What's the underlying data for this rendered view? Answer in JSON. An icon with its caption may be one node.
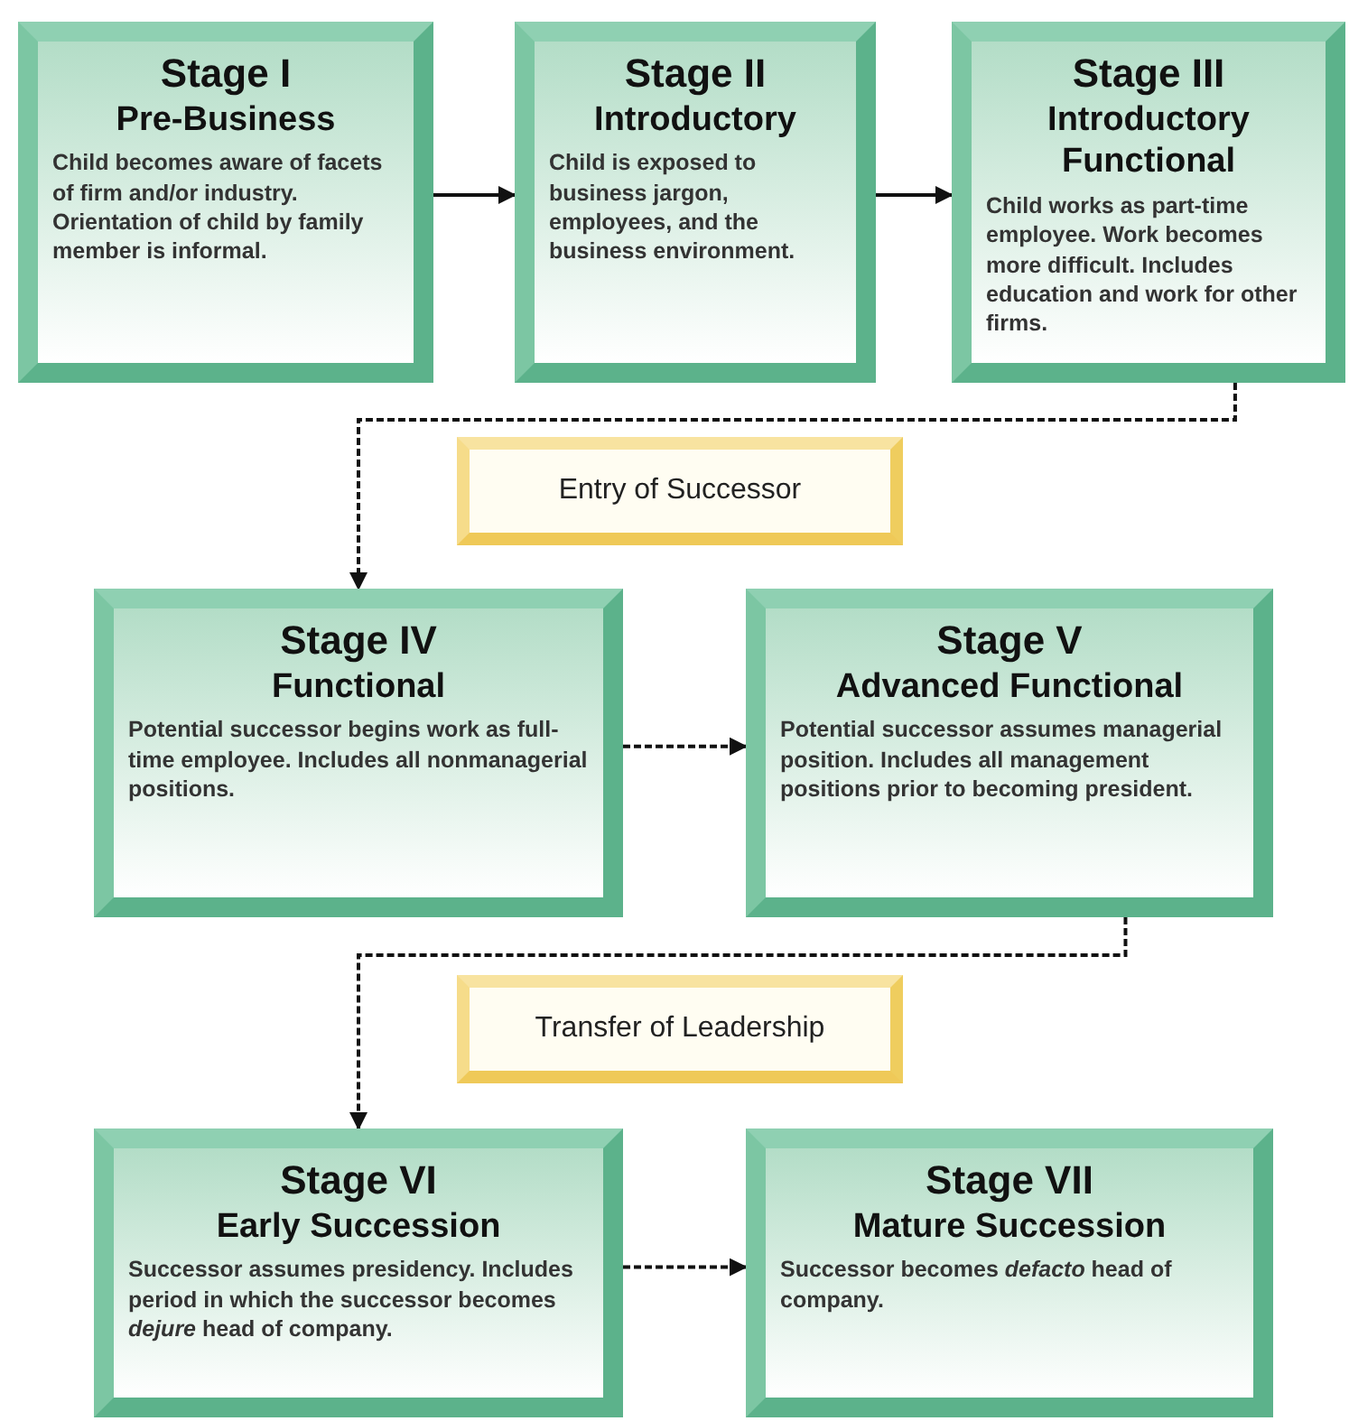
{
  "diagram": {
    "nodes": [
      {
        "text": [
          "Stage I",
          "Pre-Business",
          "Child becomes aware of facets of firm and/or industry. Orientation of child by family member is informal."
        ]
      },
      {
        "text": [
          "Stage II",
          "Introductory",
          "Child is exposed to business jargon, employees, and the business environment."
        ]
      },
      {
        "text": [
          "Stage III",
          "Introductory Functional",
          "Child works as part-time employee. Work becomes more difficult. Includes education and work for other firms."
        ]
      },
      {
        "text": [
          "Entry of Successor"
        ]
      },
      {
        "text": [
          "Stage IV",
          "Functional",
          "Potential successor begins work as full-time employee. Includes all nonmanagerial positions."
        ]
      },
      {
        "text": [
          "Stage V",
          "Advanced Functional",
          "Potential successor assumes managerial position. Includes all management positions prior to becoming president."
        ]
      },
      {
        "text": [
          "Transfer of Leadership"
        ]
      },
      {
        "text": [
          "Stage VI",
          "Early Succession",
          "Successor assumes presidency. Includes period in which the successor becomes *dejure* head of company."
        ]
      },
      {
        "text": [
          "Stage VII",
          "Mature Succession",
          "Successor becomes *defacto* head of company."
        ]
      }
    ],
    "edges": [
      {
        "from": 0,
        "to": 1,
        "arrow": "to"
      },
      {
        "from": 1,
        "to": 2,
        "arrow": "to"
      },
      {
        "from": 2,
        "to": 4,
        "arrow": "to",
        "style": "dashed"
      },
      {
        "from": 4,
        "to": 5,
        "arrow": "to",
        "style": "dashed"
      },
      {
        "from": 5,
        "to": 7,
        "arrow": "to",
        "style": "dashed"
      },
      {
        "from": 7,
        "to": 8,
        "arrow": "to",
        "style": "dashed"
      }
    ]
  }
}
